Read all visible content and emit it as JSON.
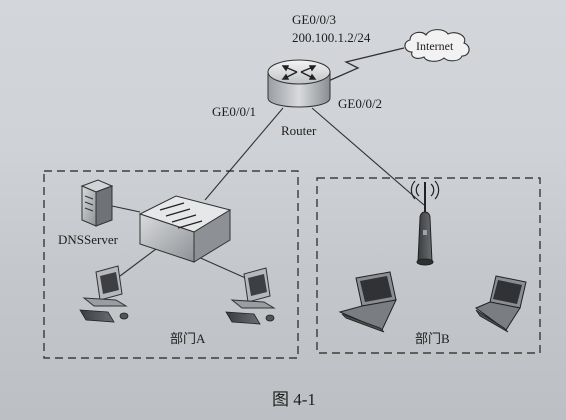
{
  "router": {
    "name": "Router",
    "port_top": "GE0/0/3",
    "port_top_ip": "200.100.1.2/24",
    "port_left": "GE0/0/1",
    "port_right": "GE0/0/2"
  },
  "internet": {
    "label": "Internet"
  },
  "dept_a": {
    "label": "部门A",
    "server_label": "DNSServer"
  },
  "dept_b": {
    "label": "部门B"
  },
  "figure": {
    "caption": "图 4-1"
  }
}
